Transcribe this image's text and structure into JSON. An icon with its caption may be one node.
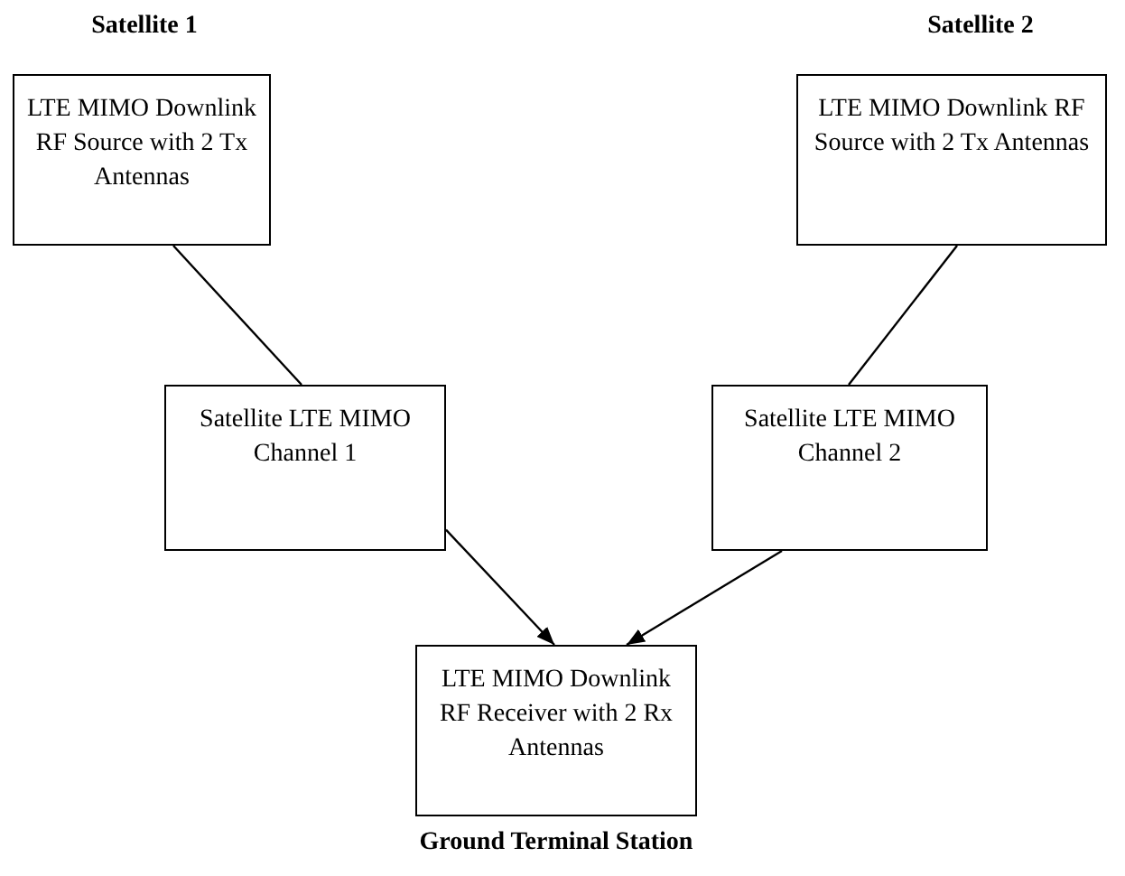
{
  "diagram": {
    "nodes": [
      {
        "text": [
          "LTE MIMO Downlink RF Source with 2 Tx Antennas"
        ]
      },
      {
        "text": [
          "LTE MIMO Downlink RF Source with 2 Tx Antennas"
        ]
      },
      {
        "text": [
          "Satellite LTE MIMO Channel 1"
        ]
      },
      {
        "text": [
          "Satellite LTE MIMO Channel 2"
        ]
      },
      {
        "text": [
          "LTE MIMO Downlink RF Receiver with 2 Rx Antennas"
        ]
      }
    ],
    "edges": [
      {
        "from": 0,
        "to": 2,
        "arrow": "none"
      },
      {
        "from": 1,
        "to": 3,
        "arrow": "none"
      },
      {
        "from": 2,
        "to": 4,
        "arrow": "to"
      },
      {
        "from": 3,
        "to": 4,
        "arrow": "to"
      }
    ],
    "labels": [
      "Satellite 1",
      "Satellite 2",
      "Ground Terminal Station"
    ]
  }
}
